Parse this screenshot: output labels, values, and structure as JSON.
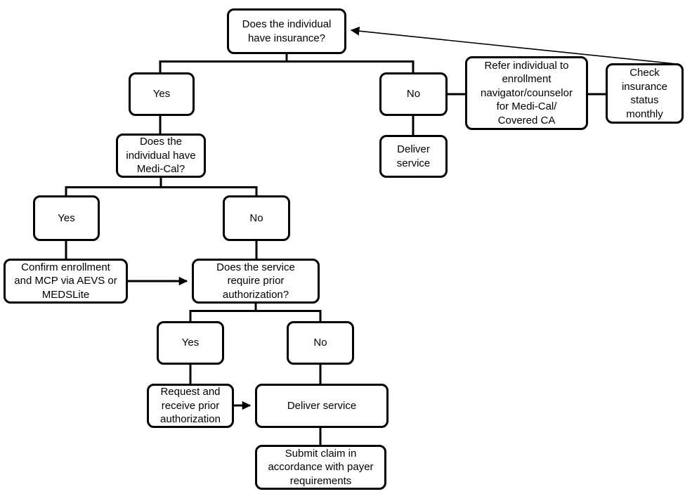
{
  "diagram": {
    "type": "flowchart",
    "colors": {
      "background": "#ffffff",
      "box_fill": "#ffffff",
      "box_border": "#000000",
      "text": "#000000",
      "line": "#000000"
    },
    "nodes": {
      "q_insurance": {
        "label": "Does the individual\nhave insurance?"
      },
      "yes_insurance": {
        "label": "Yes"
      },
      "no_insurance": {
        "label": "No"
      },
      "refer_navigator": {
        "label": "Refer individual to\nenrollment\nnavigator/counselor\nfor Medi-Cal/\nCovered CA"
      },
      "check_monthly": {
        "label": "Check\ninsurance\nstatus\nmonthly"
      },
      "deliver_service_1": {
        "label": "Deliver\nservice"
      },
      "q_medical": {
        "label": "Does the\nindividual have\nMedi-Cal?"
      },
      "yes_medical": {
        "label": "Yes"
      },
      "no_medical": {
        "label": "No"
      },
      "confirm_enrollment": {
        "label": "Confirm enrollment\nand MCP via AEVS or\nMEDSLite"
      },
      "q_prior_auth": {
        "label": "Does the service\nrequire prior\nauthorization?"
      },
      "yes_auth": {
        "label": "Yes"
      },
      "no_auth": {
        "label": "No"
      },
      "request_auth": {
        "label": "Request and\nreceive prior\nauthorization"
      },
      "deliver_service_2": {
        "label": "Deliver service"
      },
      "submit_claim": {
        "label": "Submit claim in\naccordance with payer\nrequirements"
      }
    },
    "edges": [
      {
        "from": "q_insurance",
        "to": "yes_insurance",
        "arrow": false
      },
      {
        "from": "q_insurance",
        "to": "no_insurance",
        "arrow": false
      },
      {
        "from": "no_insurance",
        "to": "refer_navigator",
        "arrow": false
      },
      {
        "from": "refer_navigator",
        "to": "check_monthly",
        "arrow": false
      },
      {
        "from": "check_monthly",
        "to": "q_insurance",
        "arrow": true
      },
      {
        "from": "no_insurance",
        "to": "deliver_service_1",
        "arrow": false
      },
      {
        "from": "yes_insurance",
        "to": "q_medical",
        "arrow": false
      },
      {
        "from": "q_medical",
        "to": "yes_medical",
        "arrow": false
      },
      {
        "from": "q_medical",
        "to": "no_medical",
        "arrow": false
      },
      {
        "from": "yes_medical",
        "to": "confirm_enrollment",
        "arrow": false
      },
      {
        "from": "confirm_enrollment",
        "to": "q_prior_auth",
        "arrow": true
      },
      {
        "from": "no_medical",
        "to": "q_prior_auth",
        "arrow": false
      },
      {
        "from": "q_prior_auth",
        "to": "yes_auth",
        "arrow": false
      },
      {
        "from": "q_prior_auth",
        "to": "no_auth",
        "arrow": false
      },
      {
        "from": "yes_auth",
        "to": "request_auth",
        "arrow": false
      },
      {
        "from": "request_auth",
        "to": "deliver_service_2",
        "arrow": true
      },
      {
        "from": "no_auth",
        "to": "deliver_service_2",
        "arrow": false
      },
      {
        "from": "deliver_service_2",
        "to": "submit_claim",
        "arrow": false
      }
    ]
  }
}
